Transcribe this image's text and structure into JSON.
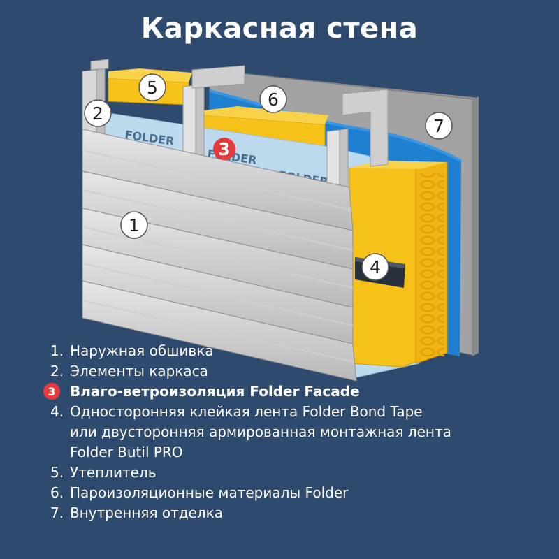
{
  "title": "Каркасная стена",
  "brand": "FOLDER",
  "colors": {
    "background": "#2e4a6f",
    "insulation": "#f6c21a",
    "membrane": "#bcd9ee",
    "vapor_barrier": "#1f7fd0",
    "interior": "#a3a3a3",
    "frame": "#e3e3e3",
    "highlight": "#e53a3a"
  },
  "callouts": [
    {
      "num": "1"
    },
    {
      "num": "2"
    },
    {
      "num": "3"
    },
    {
      "num": "4"
    },
    {
      "num": "5"
    },
    {
      "num": "6"
    },
    {
      "num": "7"
    }
  ],
  "legend": [
    {
      "num": "1.",
      "lines": [
        "Наружная обшивка"
      ],
      "highlight": false
    },
    {
      "num": "2.",
      "lines": [
        "Элементы каркаса"
      ],
      "highlight": false
    },
    {
      "num": "3",
      "lines": [
        "Влаго-ветроизоляция Folder Facade"
      ],
      "highlight": true
    },
    {
      "num": "4.",
      "lines": [
        "Односторонняя клейкая лента Folder Bond Tape",
        "или двусторонняя армированная монтажная лента",
        "Folder Butil PRO"
      ],
      "highlight": false
    },
    {
      "num": "5.",
      "lines": [
        "Утеплитель"
      ],
      "highlight": false
    },
    {
      "num": "6.",
      "lines": [
        "Пароизоляционные материалы Folder"
      ],
      "highlight": false
    },
    {
      "num": "7.",
      "lines": [
        "Внутренняя отделка"
      ],
      "highlight": false
    }
  ]
}
